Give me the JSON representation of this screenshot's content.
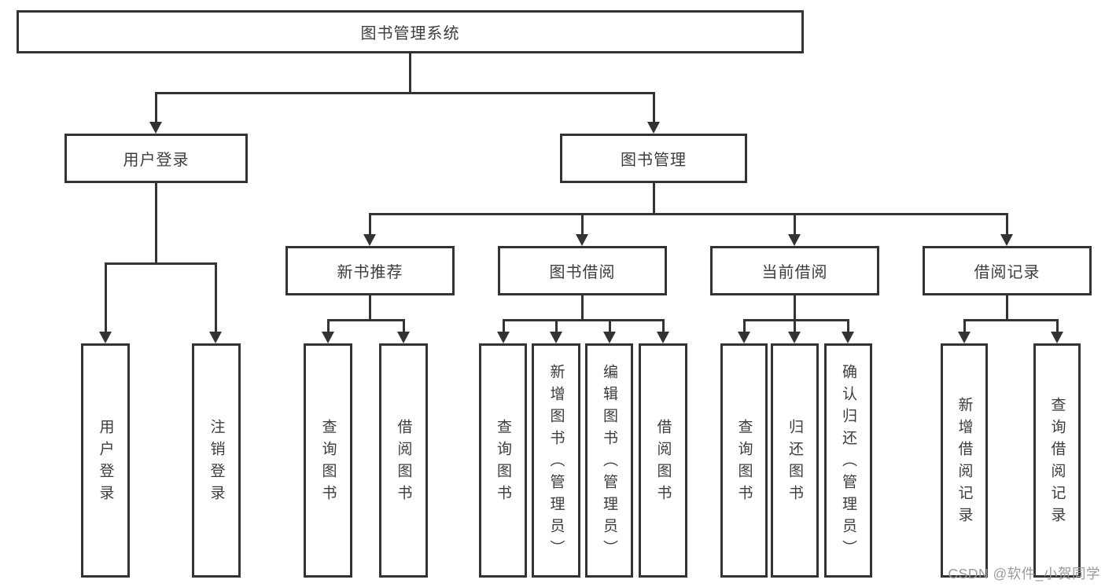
{
  "diagram": {
    "root": {
      "label": "图书管理系统"
    },
    "level2": {
      "user_login": {
        "label": "用户登录"
      },
      "book_mgmt": {
        "label": "图书管理"
      }
    },
    "level3": {
      "new_books": {
        "label": "新书推荐"
      },
      "borrowing": {
        "label": "图书借阅"
      },
      "current": {
        "label": "当前借阅"
      },
      "records": {
        "label": "借阅记录"
      }
    },
    "leaves": {
      "login": {
        "label": "用户登录"
      },
      "logout": {
        "label": "注销登录"
      },
      "rec_query_book": {
        "label": "查询图书"
      },
      "rec_borrow_book": {
        "label": "借阅图书"
      },
      "bor_query_book": {
        "label": "查询图书"
      },
      "bor_add_book": {
        "label": "新增图书（管理员）"
      },
      "bor_edit_book": {
        "label": "编辑图书（管理员）"
      },
      "bor_borrow_book": {
        "label": "借阅图书"
      },
      "cur_query_book": {
        "label": "查询图书"
      },
      "cur_return_book": {
        "label": "归还图书"
      },
      "cur_confirm_return": {
        "label": "确认归还（管理员）"
      },
      "log_add_record": {
        "label": "新增借阅记录"
      },
      "log_query_record": {
        "label": "查询借阅记录"
      }
    },
    "watermark": "CSDN @软件_小贺同学",
    "colors": {
      "line": "#333333",
      "text": "#3d3d3d",
      "watermark": "#9b9b9b",
      "background": "#ffffff"
    }
  }
}
